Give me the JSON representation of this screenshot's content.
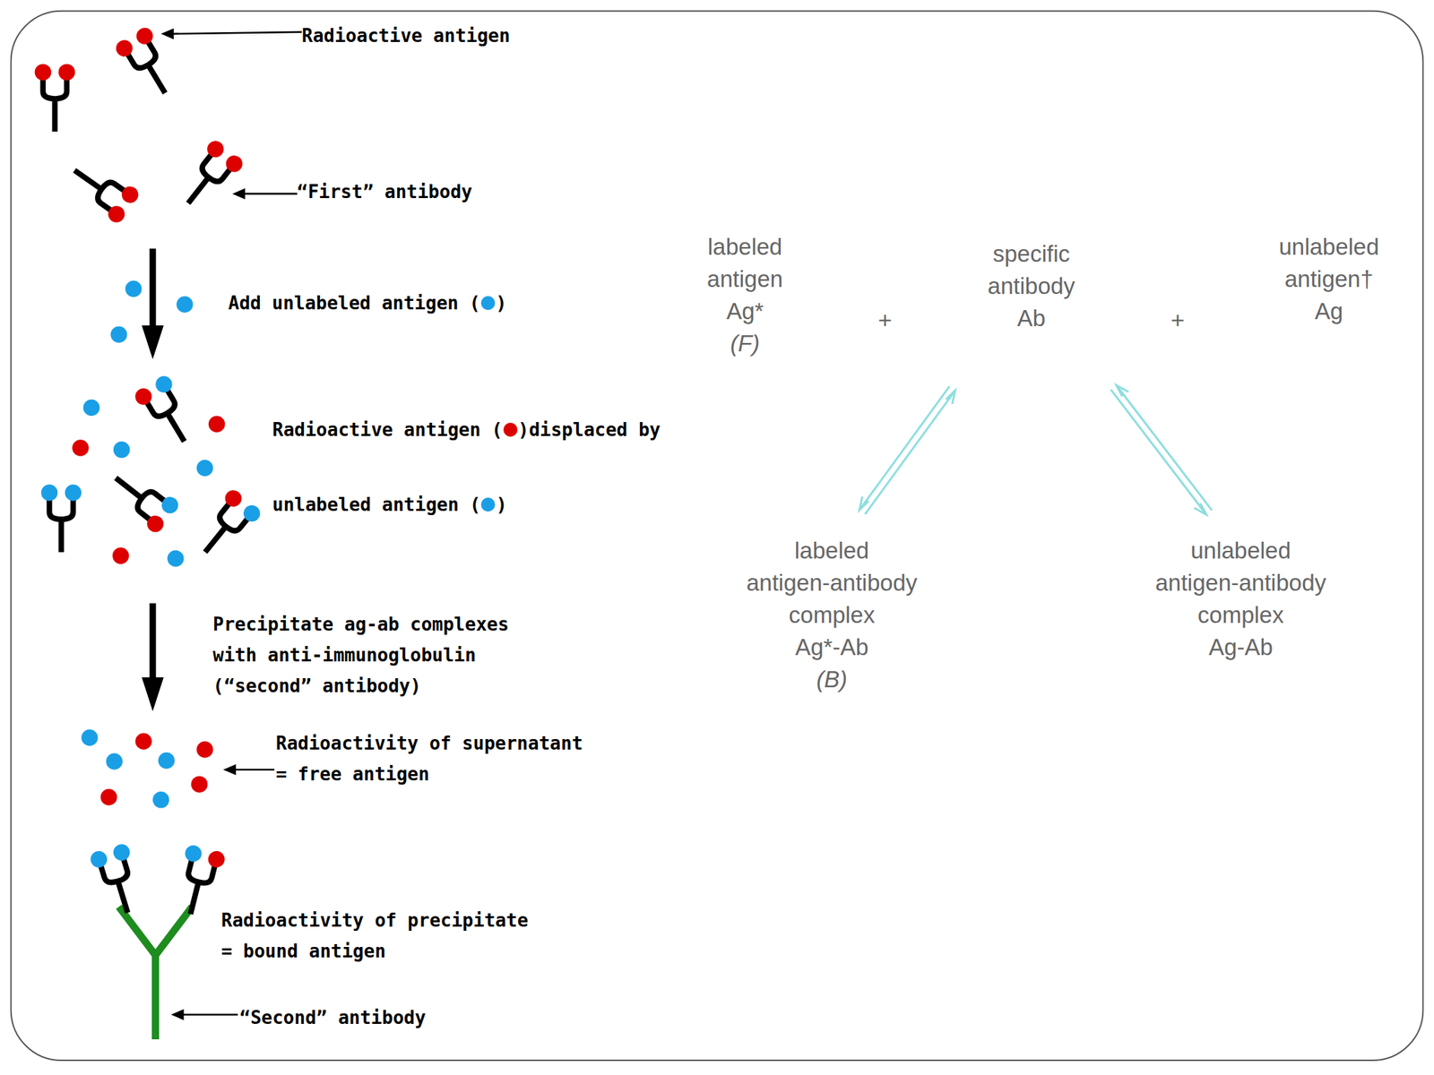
{
  "diagram": {
    "nodes": [
      {
        "text": [
          "labeled antigen",
          "Ag*",
          "(F)"
        ]
      },
      {
        "text": [
          "specific antibody",
          "Ab"
        ]
      },
      {
        "text": [
          "unlabeled antigen†",
          "Ag"
        ]
      },
      {
        "text": [
          "labeled antigen-antibody complex",
          "Ag*-Ab",
          "(B)"
        ]
      },
      {
        "text": [
          "unlabeled antigen-antibody complex",
          "Ag-Ab"
        ]
      }
    ],
    "edges": [
      {
        "from": 1,
        "to": 3,
        "arrow": "both"
      },
      {
        "from": 1,
        "to": 4,
        "arrow": "both"
      }
    ],
    "labels": [
      "Radioactive antigen",
      "“First” antibody",
      "Add unlabeled antigen (",
      ")",
      "Radioactive antigen (",
      ")displaced by",
      "unlabeled antigen (",
      ")",
      "Precipitate ag-ab complexes with anti-immunoglobulin (“second” antibody)",
      "Radioactivity of supernatant = free antigen",
      "Radioactivity of precipitate = bound antigen",
      "“Second” antibody",
      "+",
      "+"
    ]
  }
}
